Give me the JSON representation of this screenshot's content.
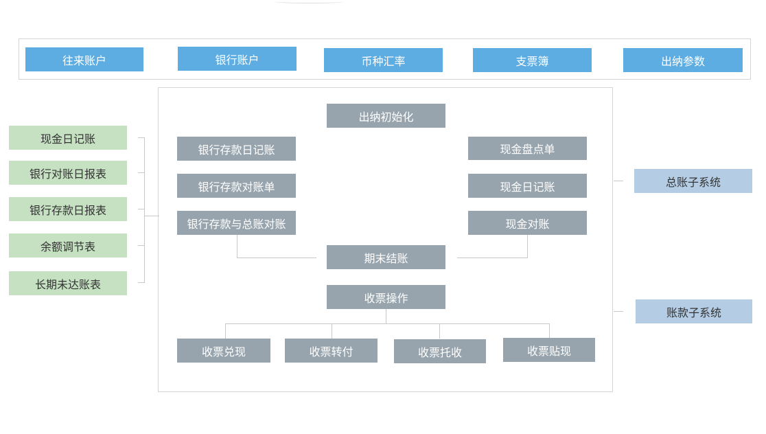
{
  "top_nav": {
    "items": [
      {
        "label": "往来账户"
      },
      {
        "label": "银行账户"
      },
      {
        "label": "币种汇率"
      },
      {
        "label": "支票簿"
      },
      {
        "label": "出纳参数"
      }
    ]
  },
  "left_reports": [
    {
      "label": "现金日记账"
    },
    {
      "label": "银行对账日报表"
    },
    {
      "label": "银行存款日报表"
    },
    {
      "label": "余额调节表"
    },
    {
      "label": "长期未达账表"
    }
  ],
  "center": {
    "init": "出纳初始化",
    "bank_column": [
      {
        "label": "银行存款日记账"
      },
      {
        "label": "银行存款对账单"
      },
      {
        "label": "银行存款与总账对账"
      }
    ],
    "cash_column": [
      {
        "label": "现金盘点单"
      },
      {
        "label": "现金日记账"
      },
      {
        "label": "现金对账"
      }
    ],
    "period_close": "期末结账",
    "bill_ops": "收票操作",
    "bill_children": [
      {
        "label": "收票兑现"
      },
      {
        "label": "收票转付"
      },
      {
        "label": "收票托收"
      },
      {
        "label": "收票贴现"
      }
    ]
  },
  "right_systems": [
    {
      "label": "总账子系统"
    },
    {
      "label": "账款子系统"
    }
  ]
}
